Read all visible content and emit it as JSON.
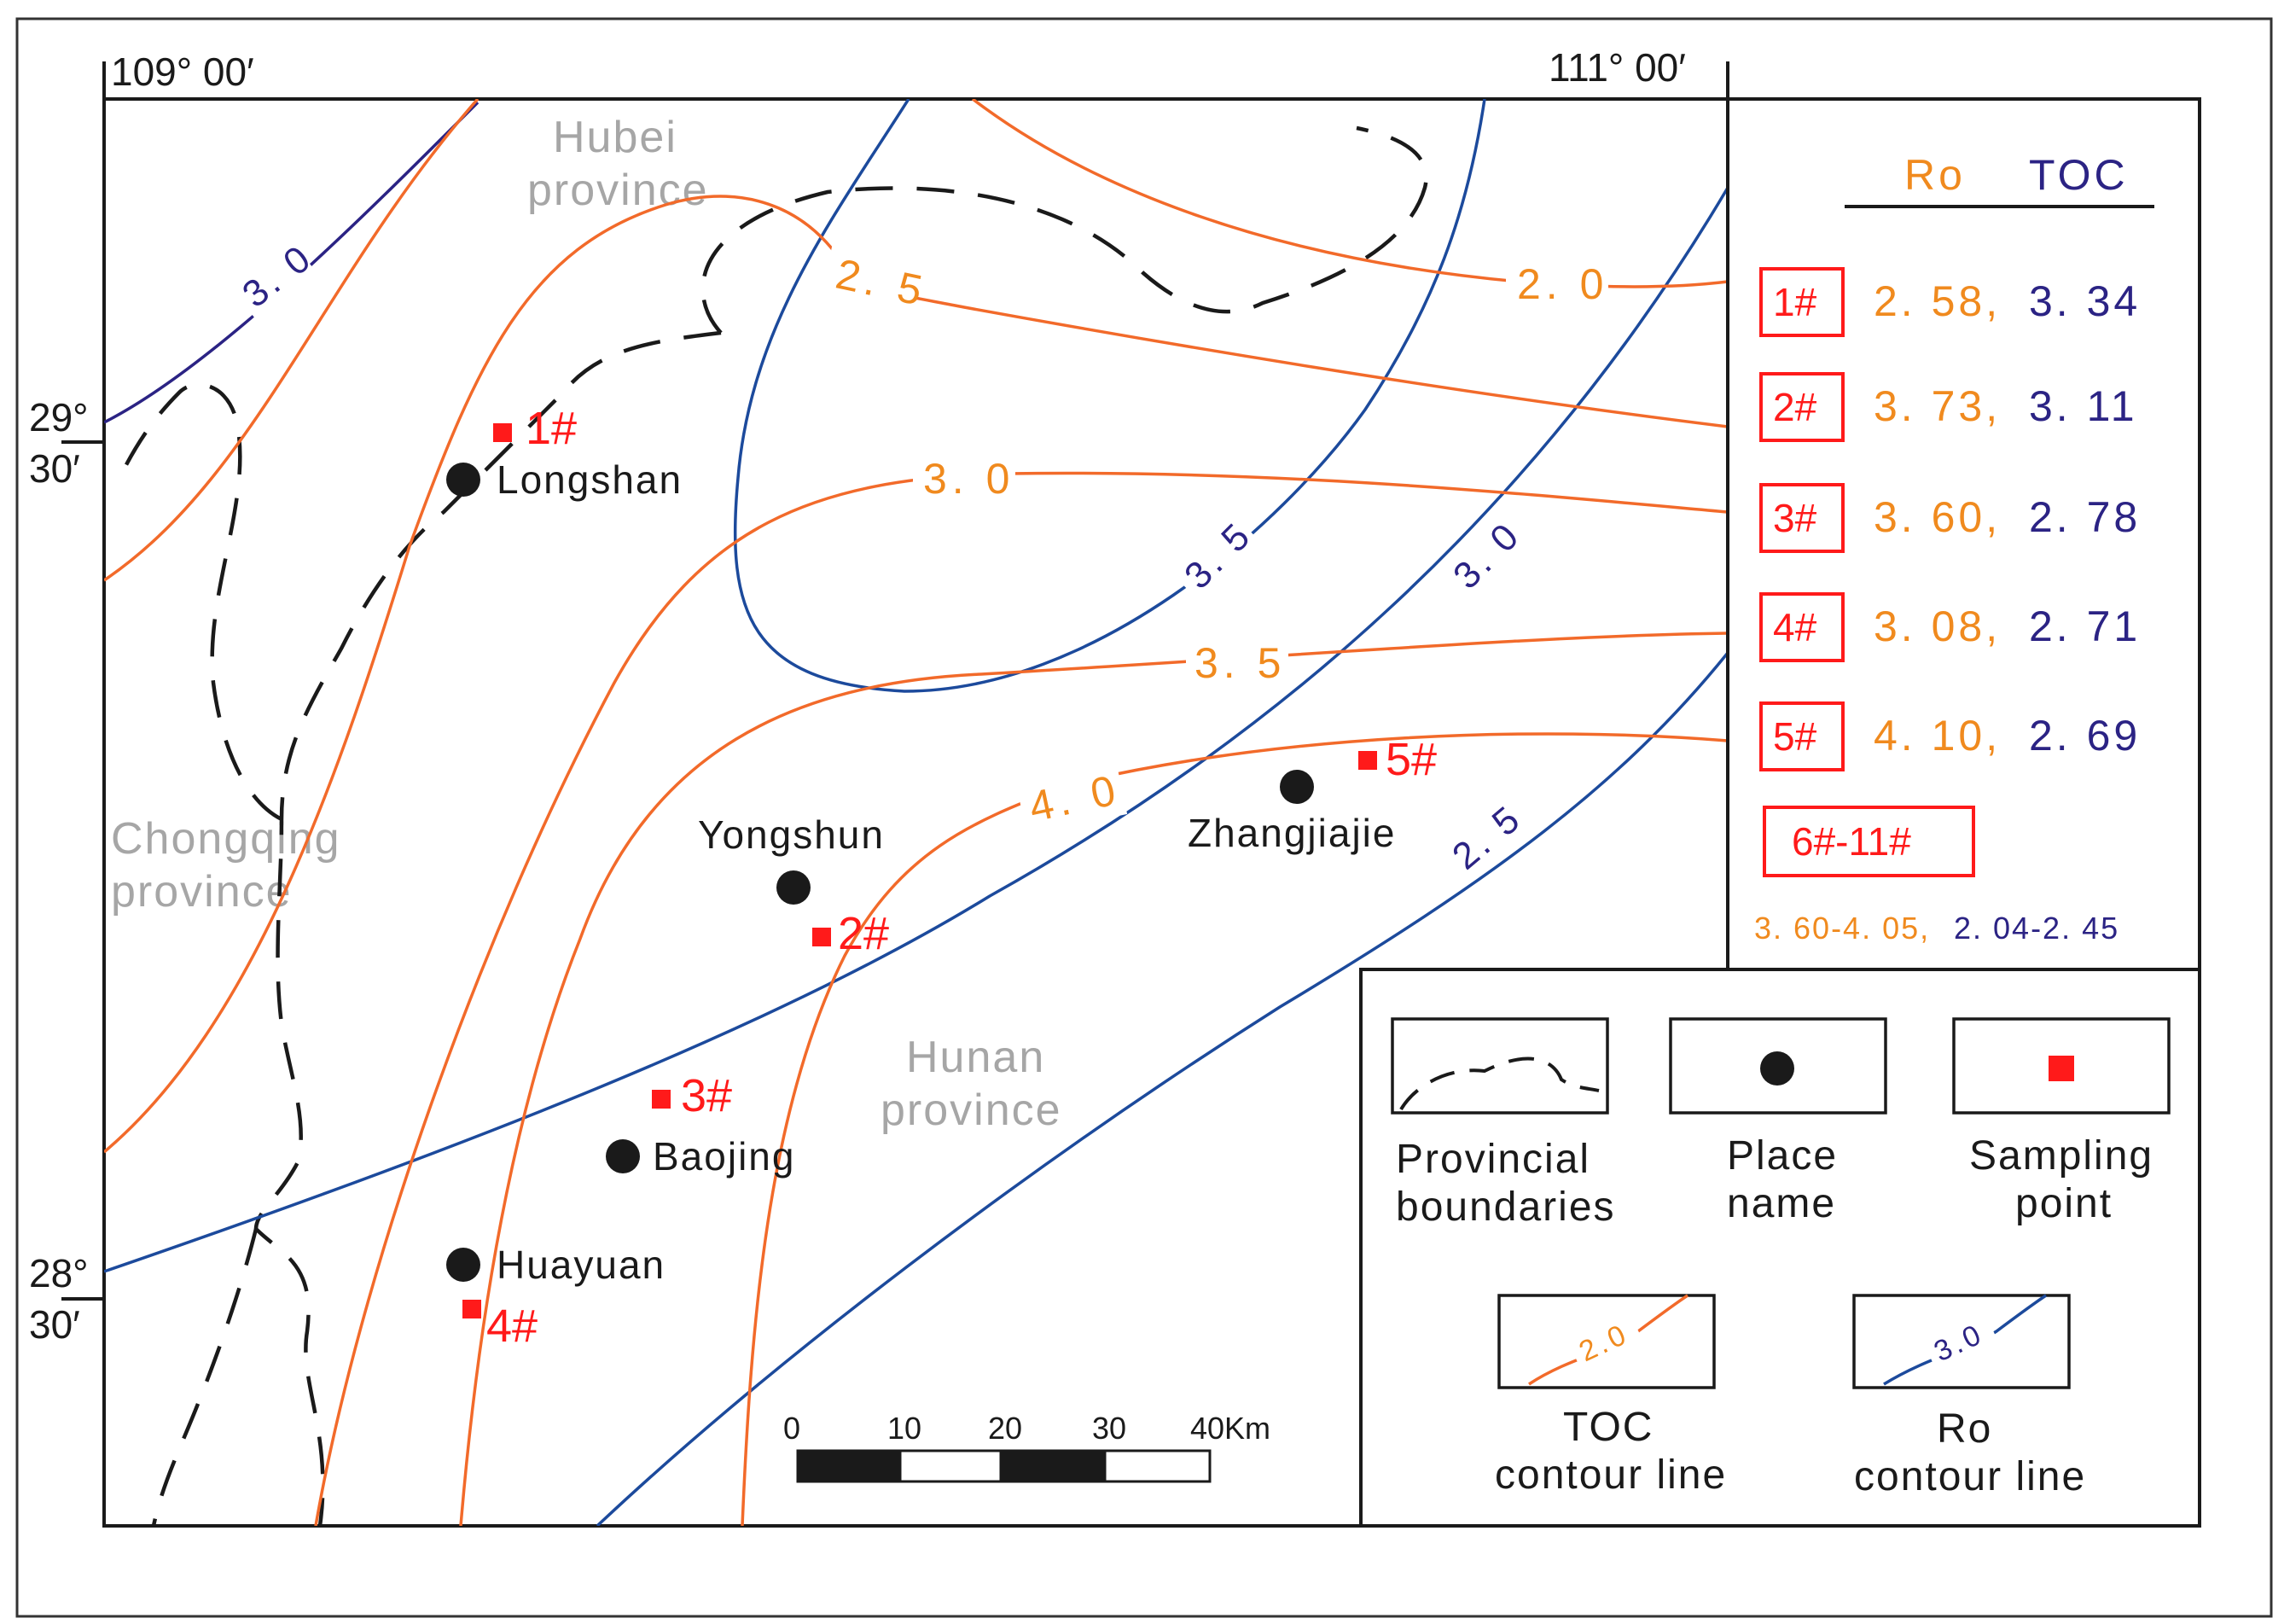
{
  "coords": {
    "lon_left": "109° 00′",
    "lon_right": "111° 00′",
    "lat_upper_deg": "29°",
    "lat_upper_min": "30′",
    "lat_lower_deg": "28°",
    "lat_lower_min": "30′"
  },
  "provinces": {
    "hubei_1": "Hubei",
    "hubei_2": "province",
    "chongqing_1": "Chongqing",
    "chongqing_2": "province",
    "hunan_1": "Hunan",
    "hunan_2": "province"
  },
  "places": [
    "Longshan",
    "Yongshun",
    "Zhangjiajie",
    "Baojing",
    "Huayuan"
  ],
  "samples": [
    "1#",
    "2#",
    "3#",
    "4#",
    "5#"
  ],
  "contour_labels": {
    "orange": [
      "2. 5",
      "2. 0",
      "3. 0",
      "3. 5",
      "4. 0"
    ],
    "blue": [
      "3. 0",
      "3. 5",
      "3. 0",
      "2. 5"
    ]
  },
  "table": {
    "header_ro": "Ro",
    "header_toc": "TOC",
    "rows": [
      {
        "id": "1#",
        "ro": "2. 58,",
        "toc": "3. 34"
      },
      {
        "id": "2#",
        "ro": "3. 73,",
        "toc": "3. 11"
      },
      {
        "id": "3#",
        "ro": "3. 60,",
        "toc": "2. 78"
      },
      {
        "id": "4#",
        "ro": "3. 08,",
        "toc": "2. 71"
      },
      {
        "id": "5#",
        "ro": "4. 10,",
        "toc": "2. 69"
      }
    ],
    "group_id": "6#-11#",
    "group_ro": "3. 60-4. 05,",
    "group_toc": "2. 04-2. 45"
  },
  "scale": {
    "ticks": [
      "0",
      "10",
      "20",
      "30",
      "40Km"
    ]
  },
  "legend": {
    "provincial_1": "Provincial",
    "provincial_2": "boundaries",
    "place_1": "Place",
    "place_2": "name",
    "sampling_1": "Sampling",
    "sampling_2": "point",
    "toc_1": "TOC",
    "toc_2": "contour line",
    "toc_sample": "2.0",
    "ro_1": "Ro",
    "ro_2": "contour line",
    "ro_sample": "3.0"
  },
  "colors": {
    "toc_contour": "#f26a2a",
    "ro_contour": "#1c4a9c",
    "label_purple": "#2b2384",
    "sample_red": "#ff1a1a",
    "province_gray": "#a6a6a6"
  }
}
